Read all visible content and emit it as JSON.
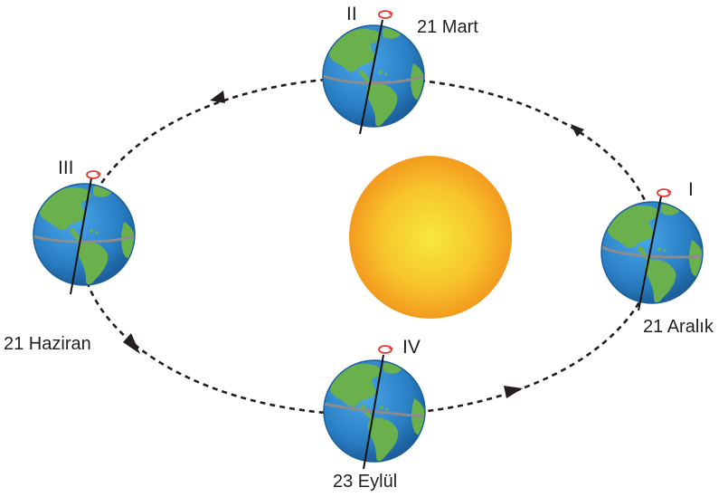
{
  "positions": [
    {
      "id": "I",
      "roman": "I",
      "date": "21 Aralık"
    },
    {
      "id": "II",
      "roman": "II",
      "date": "21 Mart"
    },
    {
      "id": "III",
      "roman": "III",
      "date": "21 Haziran"
    },
    {
      "id": "IV",
      "roman": "IV",
      "date": "23 Eylül"
    }
  ],
  "colors": {
    "orbit": "#231f20",
    "sun_center": "#f6e93c",
    "sun_edge": "#f39a1e",
    "ocean": "#2a7fc4",
    "land": "#6ab04c",
    "axis": "#111111",
    "rotation_arrow": "#e53935",
    "equator": "#8c8c8c"
  },
  "icons": {
    "sun": "sun-icon",
    "earth": "earth-globe-icon",
    "rotation": "rotation-arrow-icon",
    "orbit_direction": "orbit-arrowhead-icon"
  }
}
